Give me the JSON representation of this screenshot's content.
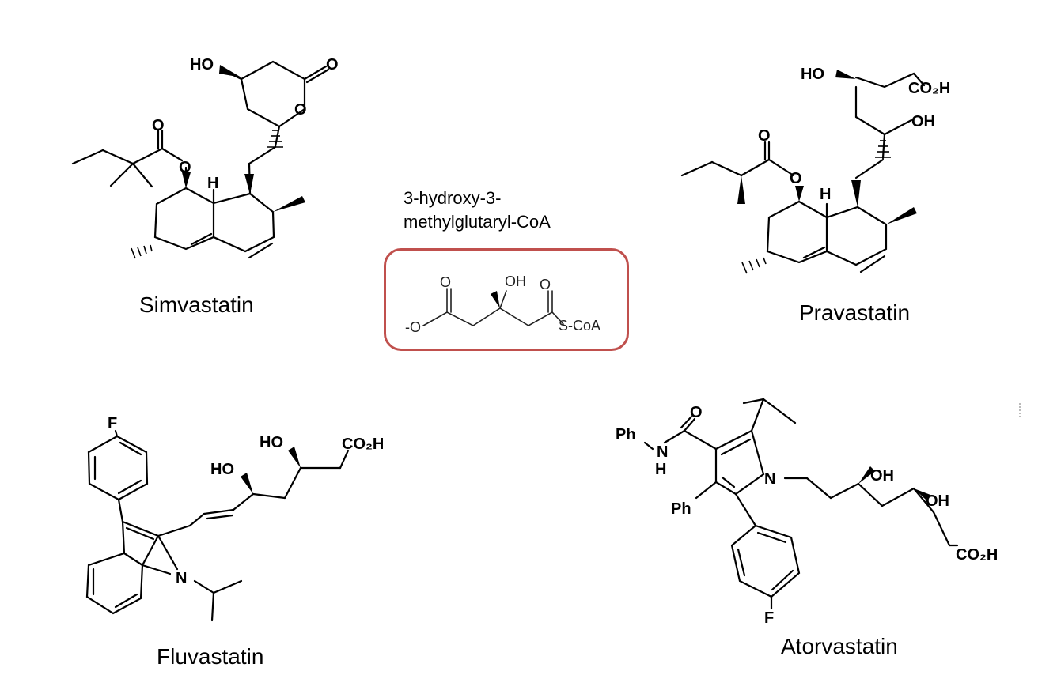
{
  "molecules": {
    "simvastatin": {
      "name": "Simvastatin",
      "atom_labels": [
        "HO",
        "O",
        "O",
        "O",
        "O",
        "H"
      ]
    },
    "pravastatin": {
      "name": "Pravastatin",
      "atom_labels": [
        "HO",
        "CO₂H",
        "OH",
        "O",
        "O",
        "H"
      ]
    },
    "fluvastatin": {
      "name": "Fluvastatin",
      "atom_labels": [
        "F",
        "HO",
        "HO",
        "CO₂H",
        "N"
      ]
    },
    "atorvastatin": {
      "name": "Atorvastatin",
      "atom_labels": [
        "O",
        "Ph",
        "N",
        "H",
        "N",
        "Ph",
        "OH",
        "OH",
        "CO₂H",
        "F"
      ]
    }
  },
  "hmg_coa": {
    "title_line1": "3-hydroxy-3-",
    "title_line2": "methylglutaryl-CoA",
    "atom_labels": [
      "O",
      "OH",
      "O",
      "-O",
      "S-CoA"
    ],
    "box_color": "#c0504d"
  }
}
